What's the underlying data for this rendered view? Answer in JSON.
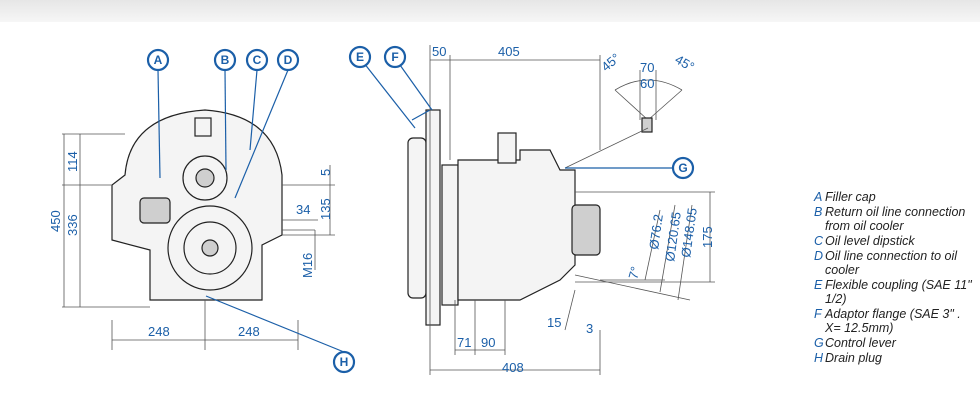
{
  "callouts": [
    "A",
    "B",
    "C",
    "D",
    "E",
    "F",
    "G",
    "H"
  ],
  "legend": [
    {
      "key": "A",
      "text": "Filler cap"
    },
    {
      "key": "B",
      "text": "Return oil line connection from oil cooler"
    },
    {
      "key": "C",
      "text": "Oil level dipstick"
    },
    {
      "key": "D",
      "text": "Oil line connection to oil cooler"
    },
    {
      "key": "E",
      "text": "Flexible coupling (SAE 11\" 1/2)"
    },
    {
      "key": "F",
      "text": "Adaptor flange (SAE 3\" . X= 12.5mm)"
    },
    {
      "key": "G",
      "text": "Control lever"
    },
    {
      "key": "H",
      "text": "Drain plug"
    }
  ],
  "front_view": {
    "dims": {
      "h114": "114",
      "h450": "450",
      "h336": "336",
      "d5": "5",
      "d135": "135",
      "d34": "34",
      "m16": "M16",
      "w248_left": "248",
      "w248_right": "248"
    }
  },
  "side_view": {
    "dims": {
      "d50": "50",
      "d405": "405",
      "d70": "70",
      "d60": "60",
      "a45_left": "45°",
      "a45_right": "45°",
      "d71": "71",
      "d90": "90",
      "d408": "408",
      "d15": "15",
      "d3": "3",
      "a7": "7°",
      "dia76": "Ø76.2",
      "dia120": "Ø120.65",
      "dia148": "Ø148.05",
      "d175": "175"
    }
  },
  "colors": {
    "accent": "#1b5fa8"
  }
}
